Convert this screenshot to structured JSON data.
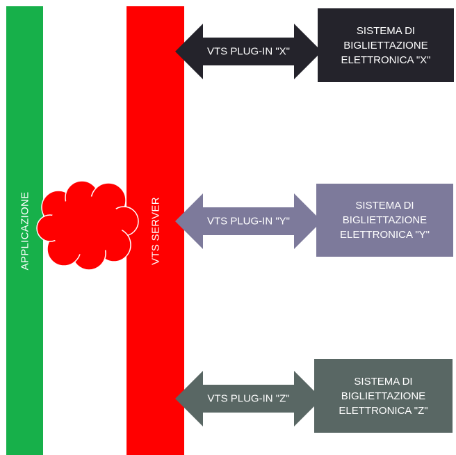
{
  "colors": {
    "applicazione_bar": "#17b04a",
    "server_bar": "#ff0000",
    "cloud": "#ff0000",
    "x": "#24232b",
    "y": "#7d7a9b",
    "z": "#596764"
  },
  "bars": {
    "applicazione": "APPLICAZIONE",
    "server": "VTS SERVER"
  },
  "plugins": [
    {
      "arrow_label": "VTS PLUG-IN \"X\"",
      "box_lines": [
        "SISTEMA DI",
        "BIGLIETTAZIONE",
        "ELETTRONICA \"X\""
      ]
    },
    {
      "arrow_label": "VTS PLUG-IN \"Y\"",
      "box_lines": [
        "SISTEMA DI",
        "BIGLIETTAZIONE",
        "ELETTRONICA \"Y\""
      ]
    },
    {
      "arrow_label": "VTS PLUG-IN \"Z\"",
      "box_lines": [
        "SISTEMA DI",
        "BIGLIETTAZIONE",
        "ELETTRONICA \"Z\""
      ]
    }
  ],
  "icons": {
    "cloud": "cloud-icon",
    "arrow": "double-arrow-icon"
  }
}
